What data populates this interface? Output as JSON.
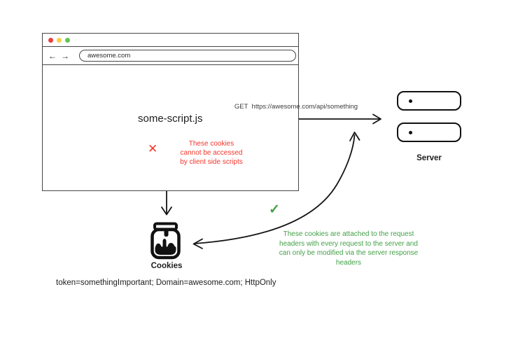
{
  "browser": {
    "url": "awesome.com",
    "back_icon": "←",
    "forward_icon": "→",
    "traffic_lights": [
      "#e8423c",
      "#f5d14b",
      "#62c554"
    ],
    "script_label": "some-script.js"
  },
  "request_arrow": {
    "label": "GET  https://awesome.com/api/something"
  },
  "server": {
    "label": "Server"
  },
  "cookies": {
    "label": "Cookies"
  },
  "blocked_note": {
    "icon": "✕",
    "color": "#f4362c",
    "lines": [
      "These cookies",
      "cannot be accessed",
      "by client side scripts"
    ]
  },
  "allowed_note": {
    "icon": "✓",
    "color": "#43a047",
    "lines": [
      "These cookies are attached to the request",
      "headers with every request to the server and",
      "can only be modified via the server response",
      "headers"
    ]
  },
  "cookie_string": "token=somethingImportant; Domain=awesome.com; HttpOnly"
}
